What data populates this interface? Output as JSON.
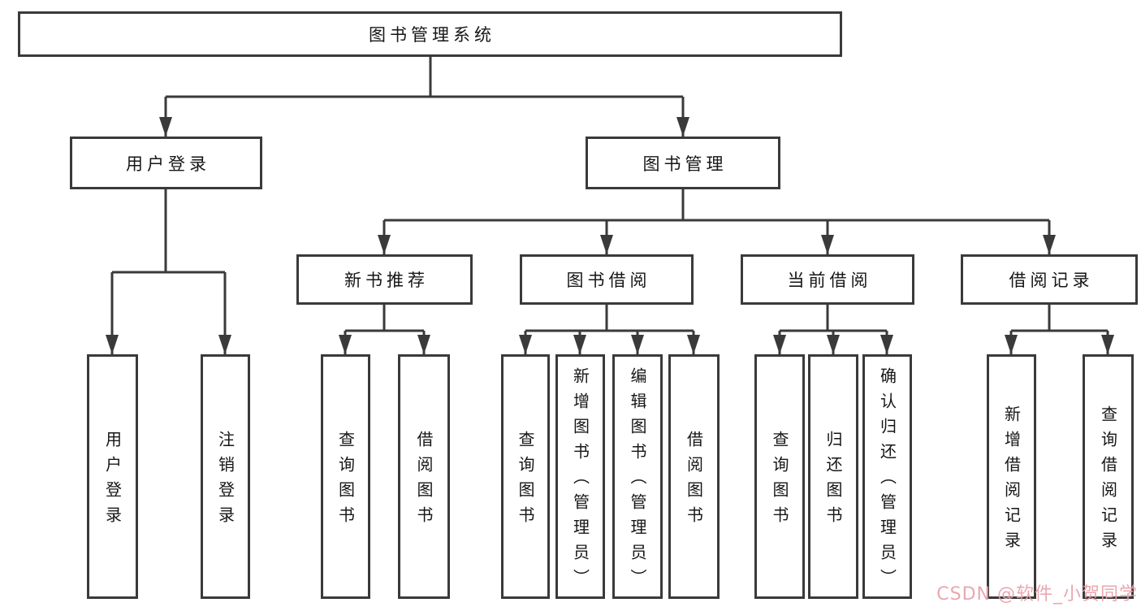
{
  "diagram": {
    "root": {
      "label": "图书管理系统"
    },
    "branches": [
      {
        "label": "用户登录",
        "children": [
          {
            "label": "用户登录"
          },
          {
            "label": "注销登录"
          }
        ]
      },
      {
        "label": "图书管理",
        "children": [
          {
            "label": "新书推荐",
            "children": [
              {
                "label": "查询图书"
              },
              {
                "label": "借阅图书"
              }
            ]
          },
          {
            "label": "图书借阅",
            "children": [
              {
                "label": "查询图书"
              },
              {
                "label": "新增图书（管理员）"
              },
              {
                "label": "编辑图书（管理员）"
              },
              {
                "label": "借阅图书"
              }
            ]
          },
          {
            "label": "当前借阅",
            "children": [
              {
                "label": "查询图书"
              },
              {
                "label": "归还图书"
              },
              {
                "label": "确认归还（管理员）"
              }
            ]
          },
          {
            "label": "借阅记录",
            "children": [
              {
                "label": "新增借阅记录"
              },
              {
                "label": "查询借阅记录"
              }
            ]
          }
        ]
      }
    ]
  },
  "watermark": {
    "text": "CSDN @软件_小贺同学"
  },
  "colors": {
    "background": "#ffffff",
    "line": "#3a3a3a",
    "box_border": "#3a3a3a",
    "text": "#161616",
    "watermark": "#e9a0aa"
  }
}
